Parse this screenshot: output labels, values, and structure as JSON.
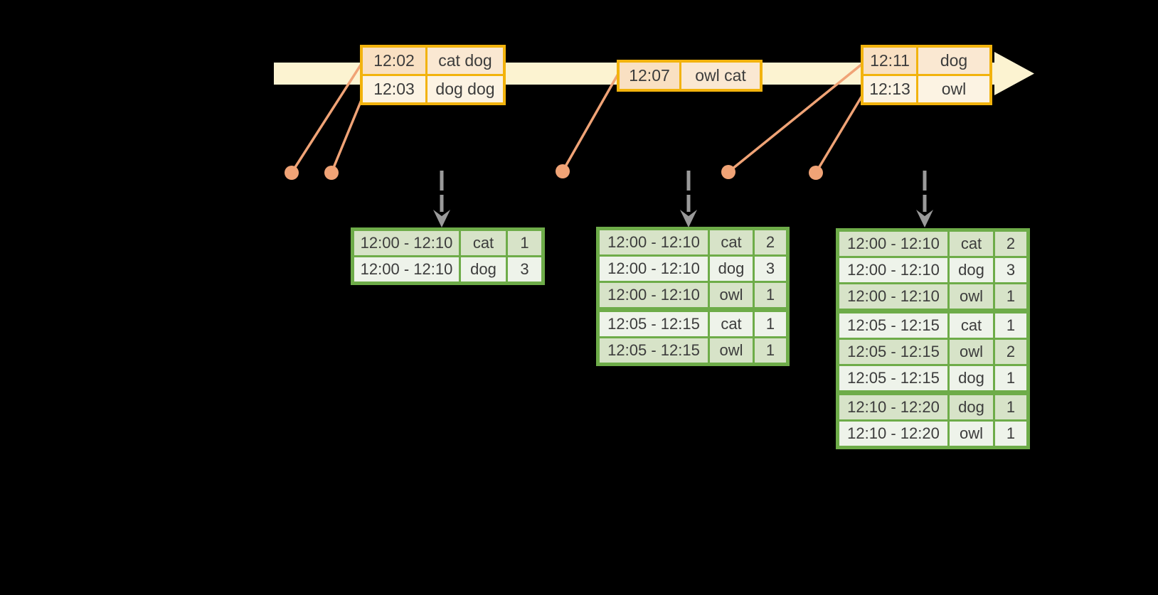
{
  "colors": {
    "background": "#000000",
    "timeline_fill": "#fcf3d1",
    "event_border_gold": "#f2b30d",
    "event_fill_peach": "#f9e0c2",
    "event_fill_cream": "#fcf3e3",
    "connector_salmon": "#f0a376",
    "trigger_arrow_gray": "#9a9a9a",
    "result_border_green": "#6eac49",
    "result_fill_dark": "#d7e3c8",
    "result_fill_light": "#eef3ea",
    "text": "#3c3c3c"
  },
  "event_stream": {
    "tables": [
      {
        "rows": [
          {
            "time": "12:02",
            "words": "cat dog"
          },
          {
            "time": "12:03",
            "words": "dog dog"
          }
        ]
      },
      {
        "rows": [
          {
            "time": "12:07",
            "words": "owl cat"
          }
        ]
      },
      {
        "rows": [
          {
            "time": "12:11",
            "words": "dog"
          },
          {
            "time": "12:13",
            "words": "owl"
          }
        ]
      }
    ]
  },
  "result_tables": [
    {
      "rows": [
        {
          "window": "12:00 - 12:10",
          "word": "cat",
          "count": "1"
        },
        {
          "window": "12:00 - 12:10",
          "word": "dog",
          "count": "3"
        }
      ]
    },
    {
      "rows": [
        {
          "window": "12:00 - 12:10",
          "word": "cat",
          "count": "2"
        },
        {
          "window": "12:00 - 12:10",
          "word": "dog",
          "count": "3"
        },
        {
          "window": "12:00 - 12:10",
          "word": "owl",
          "count": "1"
        },
        {
          "window": "12:05 - 12:15",
          "word": "cat",
          "count": "1"
        },
        {
          "window": "12:05 - 12:15",
          "word": "owl",
          "count": "1"
        }
      ]
    },
    {
      "rows": [
        {
          "window": "12:00 - 12:10",
          "word": "cat",
          "count": "2"
        },
        {
          "window": "12:00 - 12:10",
          "word": "dog",
          "count": "3"
        },
        {
          "window": "12:00 - 12:10",
          "word": "owl",
          "count": "1"
        },
        {
          "window": "12:05 - 12:15",
          "word": "cat",
          "count": "1"
        },
        {
          "window": "12:05 - 12:15",
          "word": "owl",
          "count": "2"
        },
        {
          "window": "12:05 - 12:15",
          "word": "dog",
          "count": "1"
        },
        {
          "window": "12:10 - 12:20",
          "word": "dog",
          "count": "1"
        },
        {
          "window": "12:10 - 12:20",
          "word": "owl",
          "count": "1"
        }
      ]
    }
  ]
}
